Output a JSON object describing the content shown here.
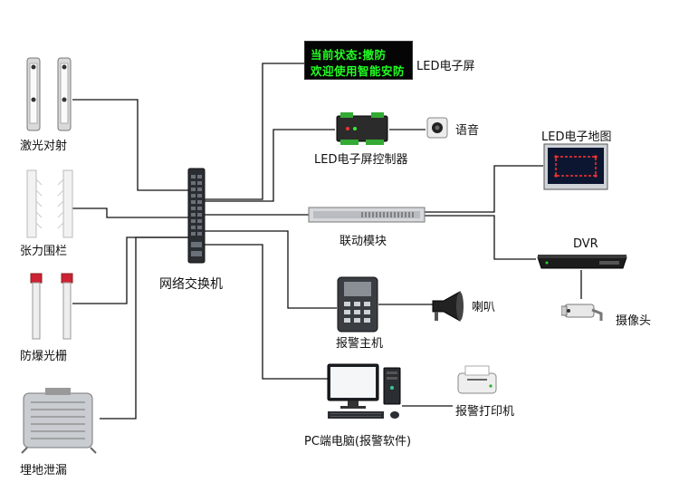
{
  "led_screen": {
    "line1": "当前状态:撤防",
    "line2": "欢迎使用智能安防",
    "label": "LED电子屏"
  },
  "labels": {
    "laser_beam": "激光对射",
    "tension_fence": "张力围栏",
    "explosion_grating": "防爆光栅",
    "buried_leak": "埋地泄漏",
    "network_switch": "网络交换机",
    "led_controller": "LED电子屏控制器",
    "voice": "语音",
    "led_map": "LED电子地图",
    "linkage_module": "联动模块",
    "dvr": "DVR",
    "camera": "摄像头",
    "alarm_host": "报警主机",
    "speaker": "喇叭",
    "alarm_printer": "报警打印机",
    "pc": "PC端电脑(报警软件)"
  },
  "colors": {
    "wire": "#111111",
    "led_text": "#22ff22",
    "map_line": "#ff3333"
  }
}
